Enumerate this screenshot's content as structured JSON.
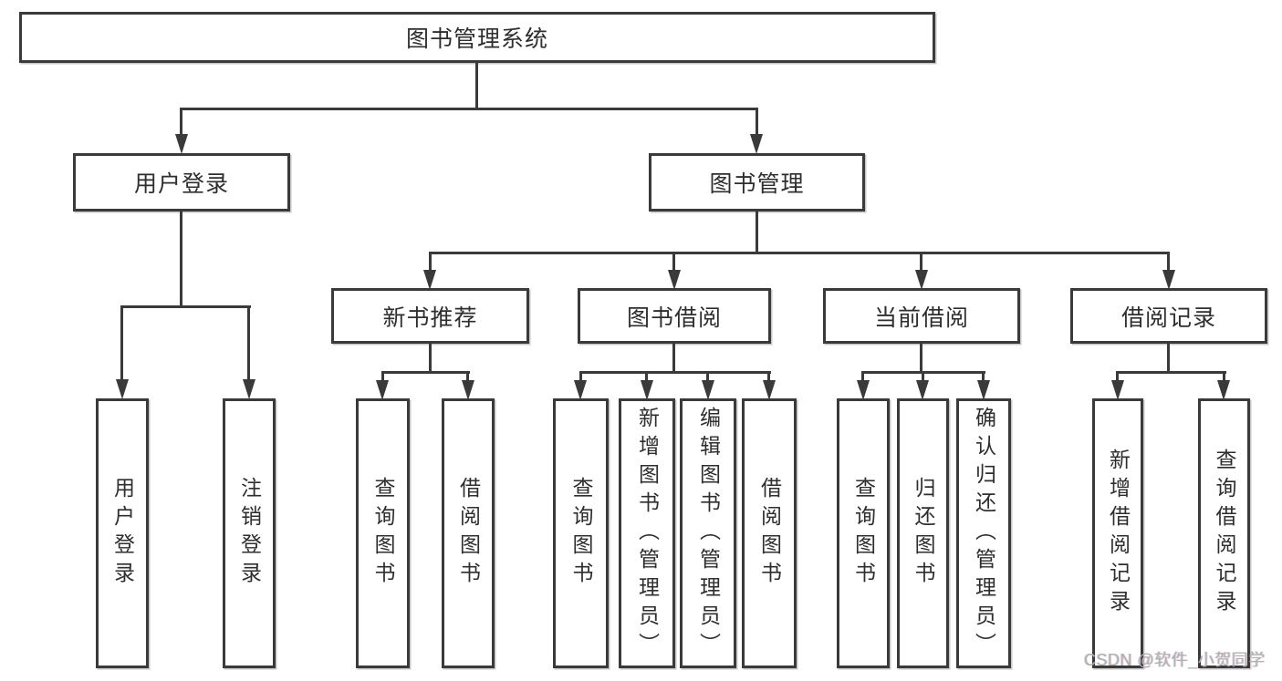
{
  "diagram": {
    "root": {
      "label": "图书管理系统"
    },
    "level1": [
      {
        "label": "用户登录"
      },
      {
        "label": "图书管理"
      }
    ],
    "level2": [
      {
        "label": "新书推荐"
      },
      {
        "label": "图书借阅"
      },
      {
        "label": "当前借阅"
      },
      {
        "label": "借阅记录"
      }
    ],
    "leaves": {
      "user_login": [
        "用户登录",
        "注销登录"
      ],
      "new_books": [
        "查询图书",
        "借阅图书"
      ],
      "book_borrow": [
        "查询图书",
        "新增图书（管理员）",
        "编辑图书（管理员）",
        "借阅图书"
      ],
      "current_borrow": [
        "查询图书",
        "归还图书",
        "确认归还（管理员）"
      ],
      "borrow_records": [
        "新增借阅记录",
        "查询借阅记录"
      ]
    },
    "watermark": "CSDN @软件_小贺同学",
    "colors": {
      "line": "#3a3a3a",
      "text": "#2e2e2e",
      "watermark": "#b0b0b0",
      "background": "#ffffff"
    }
  }
}
